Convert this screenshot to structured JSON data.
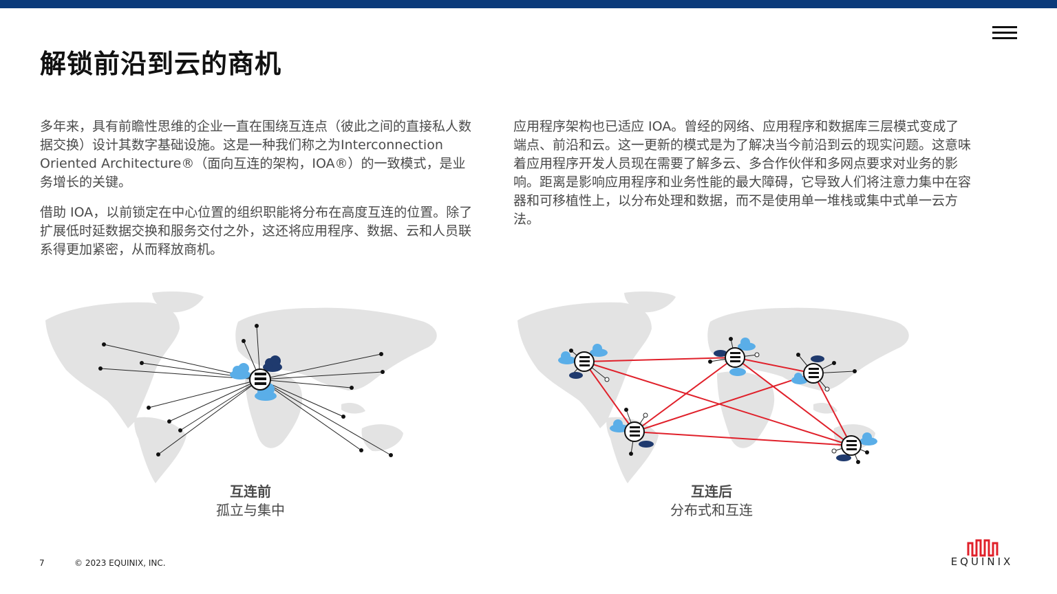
{
  "title": "解锁前沿到云的商机",
  "left_column": [
    "多年来，具有前瞻性思维的企业一直在围绕互连点（彼此之间的直接私人数据交换）设计其数字基础设施。这是一种我们称之为Interconnection Oriented Architecture®（面向互连的架构，IOA®）的一致模式，是业务增长的关键。",
    "借助 IOA，以前锁定在中心位置的组织职能将分布在高度互连的位置。除了扩展低时延数据交换和服务交付之外，这还将应用程序、数据、云和人员联系得更加紧密，从而释放商机。"
  ],
  "right_column": [
    "应用程序架构也已适应 IOA。曾经的网络、应用程序和数据库三层模式变成了端点、前沿和云。这一更新的模式是为了解决当今前沿到云的现实问题。这意味着应用程序开发人员现在需要了解多云、多合作伙伴和多网点要求对业务的影响。距离是影响应用程序和业务性能的最大障碍，它导致人们将注意力集中在容器和可移植性上，以分布处理和数据，而不是使用单一堆栈或集中式单一云方法。"
  ],
  "maps": {
    "before": {
      "title": "互连前",
      "subtitle": "孤立与集中"
    },
    "after": {
      "title": "互连后",
      "subtitle": "分布式和互连"
    }
  },
  "footer": {
    "page": "7",
    "copyright": "© 2023 EQUINIX, INC."
  },
  "logo": {
    "text": "EQUINIX"
  },
  "colors": {
    "top_bar": "#0a3a7a",
    "accent": "#e0202a",
    "cloud_light": "#5aaee8",
    "cloud_dark": "#1f3a6e",
    "map": "#e3e3e3"
  },
  "icons": [
    "menu-icon",
    "world-map",
    "server-icon",
    "cloud-icon",
    "equinix-logo"
  ]
}
